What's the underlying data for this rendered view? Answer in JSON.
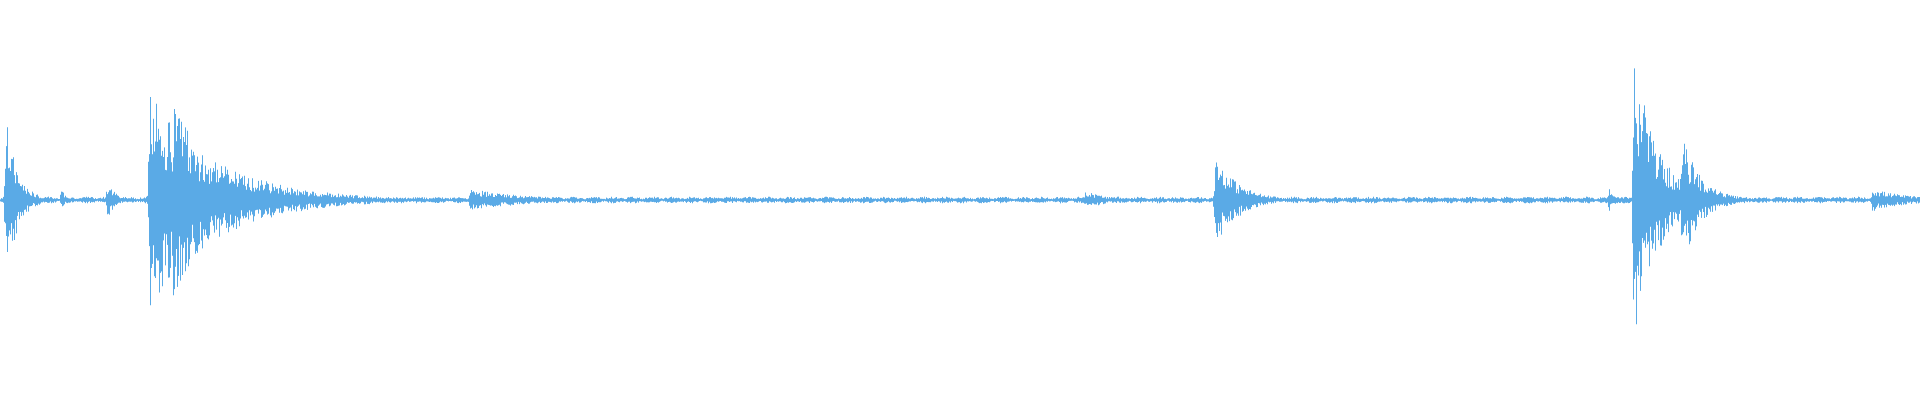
{
  "waveform": {
    "color": "#5aaae6",
    "background": "#ffffff",
    "events": [
      {
        "t": 0.003,
        "amp": 0.44,
        "decay": 0.006
      },
      {
        "t": 0.032,
        "amp": 0.06,
        "decay": 0.002
      },
      {
        "t": 0.056,
        "amp": 0.1,
        "decay": 0.004
      },
      {
        "t": 0.078,
        "amp": 0.56,
        "decay": 0.035
      },
      {
        "t": 0.09,
        "amp": 0.55,
        "decay": 0.02
      },
      {
        "t": 0.245,
        "amp": 0.06,
        "decay": 0.03
      },
      {
        "t": 0.565,
        "amp": 0.05,
        "decay": 0.012
      },
      {
        "t": 0.633,
        "amp": 0.24,
        "decay": 0.012
      },
      {
        "t": 0.838,
        "amp": 0.06,
        "decay": 0.004
      },
      {
        "t": 0.851,
        "amp": 0.78,
        "decay": 0.012
      },
      {
        "t": 0.876,
        "amp": 0.34,
        "decay": 0.01
      },
      {
        "t": 0.975,
        "amp": 0.06,
        "decay": 0.02
      }
    ],
    "noise_floor": 0.018
  }
}
